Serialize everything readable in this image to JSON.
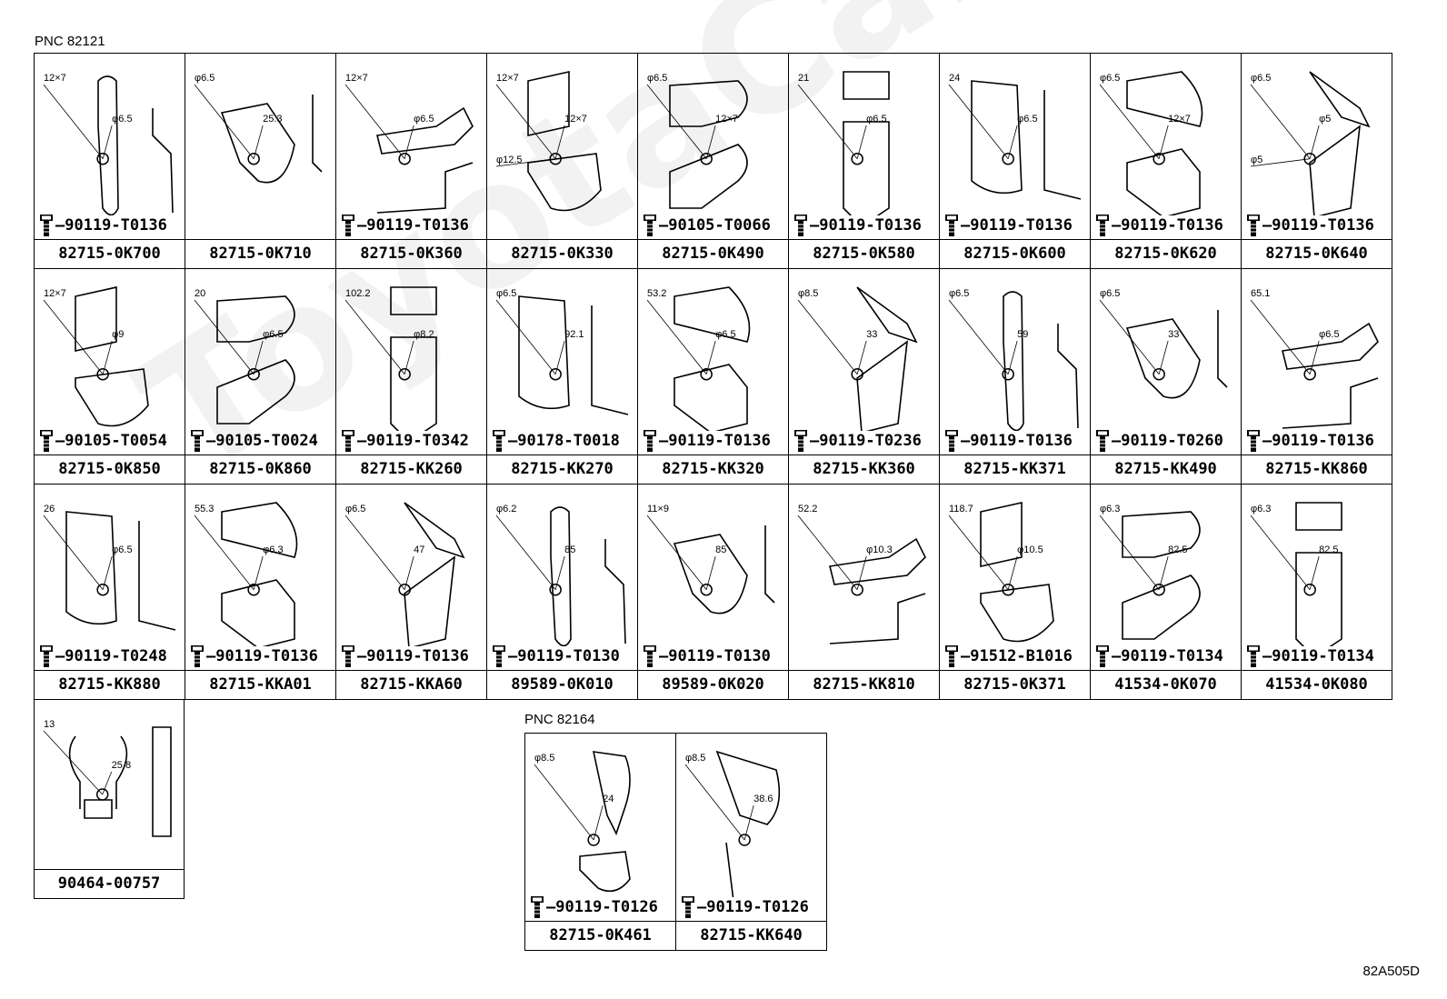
{
  "pnc_groups": [
    {
      "label": "PNC 82121"
    },
    {
      "label": "PNC 82164"
    }
  ],
  "rows": [
    [
      {
        "part": "82715-0K700",
        "bolt": "90119-T0136",
        "dims": [
          "12×7",
          "φ6.5"
        ]
      },
      {
        "part": "82715-0K710",
        "bolt": "",
        "dims": [
          "φ6.5",
          "25.3"
        ]
      },
      {
        "part": "82715-0K360",
        "bolt": "90119-T0136",
        "dims": [
          "12×7",
          "φ6.5"
        ]
      },
      {
        "part": "82715-0K330",
        "bolt": "",
        "dims": [
          "12×7",
          "12×7",
          "φ12.5"
        ]
      },
      {
        "part": "82715-0K490",
        "bolt": "90105-T0066",
        "dims": [
          "φ6.5",
          "12×7"
        ]
      },
      {
        "part": "82715-0K580",
        "bolt": "90119-T0136",
        "dims": [
          "21",
          "φ6.5"
        ]
      },
      {
        "part": "82715-0K600",
        "bolt": "90119-T0136",
        "dims": [
          "24",
          "φ6.5"
        ]
      },
      {
        "part": "82715-0K620",
        "bolt": "90119-T0136",
        "dims": [
          "φ6.5",
          "12×7"
        ]
      },
      {
        "part": "82715-0K640",
        "bolt": "90119-T0136",
        "dims": [
          "φ6.5",
          "φ5",
          "φ5"
        ]
      }
    ],
    [
      {
        "part": "82715-0K850",
        "bolt": "90105-T0054",
        "dims": [
          "12×7",
          "φ9"
        ]
      },
      {
        "part": "82715-0K860",
        "bolt": "90105-T0024",
        "dims": [
          "20",
          "φ6.5"
        ]
      },
      {
        "part": "82715-KK260",
        "bolt": "90119-T0342",
        "dims": [
          "102.2",
          "φ8.2"
        ]
      },
      {
        "part": "82715-KK270",
        "bolt": "90178-T0018",
        "dims": [
          "φ6.5",
          "92.1"
        ]
      },
      {
        "part": "82715-KK320",
        "bolt": "90119-T0136",
        "dims": [
          "53.2",
          "φ6.5"
        ]
      },
      {
        "part": "82715-KK360",
        "bolt": "90119-T0236",
        "dims": [
          "φ8.5",
          "33"
        ]
      },
      {
        "part": "82715-KK371",
        "bolt": "90119-T0136",
        "dims": [
          "φ6.5",
          "59"
        ]
      },
      {
        "part": "82715-KK490",
        "bolt": "90119-T0260",
        "dims": [
          "φ6.5",
          "33"
        ]
      },
      {
        "part": "82715-KK860",
        "bolt": "90119-T0136",
        "dims": [
          "65.1",
          "φ6.5"
        ]
      }
    ],
    [
      {
        "part": "82715-KK880",
        "bolt": "90119-T0248",
        "dims": [
          "26",
          "φ6.5"
        ]
      },
      {
        "part": "82715-KKA01",
        "bolt": "90119-T0136",
        "dims": [
          "55.3",
          "φ6.3"
        ]
      },
      {
        "part": "82715-KKA60",
        "bolt": "90119-T0136",
        "dims": [
          "φ6.5",
          "47"
        ]
      },
      {
        "part": "89589-0K010",
        "bolt": "90119-T0130",
        "dims": [
          "φ6.2",
          "85"
        ]
      },
      {
        "part": "89589-0K020",
        "bolt": "90119-T0130",
        "dims": [
          "11×9",
          "85"
        ]
      },
      {
        "part": "82715-KK810",
        "bolt": "",
        "dims": [
          "52.2",
          "φ10.3"
        ]
      },
      {
        "part": "82715-0K371",
        "bolt": "91512-B1016",
        "dims": [
          "118.7",
          "φ10.5"
        ]
      },
      {
        "part": "41534-0K070",
        "bolt": "90119-T0134",
        "dims": [
          "φ6.3",
          "82.5"
        ]
      },
      {
        "part": "41534-0K080",
        "bolt": "90119-T0134",
        "dims": [
          "φ6.3",
          "82.5"
        ]
      }
    ]
  ],
  "clip": {
    "part": "90464-00757",
    "dims": [
      "13",
      "25.8"
    ]
  },
  "pnc2": [
    {
      "part": "82715-0K461",
      "bolt": "90119-T0126",
      "dims": [
        "φ8.5",
        "24"
      ]
    },
    {
      "part": "82715-KK640",
      "bolt": "90119-T0126",
      "dims": [
        "φ8.5",
        "38.6"
      ]
    }
  ],
  "watermark": "ToyotaCarMiev.ru",
  "ref": "82A505D"
}
